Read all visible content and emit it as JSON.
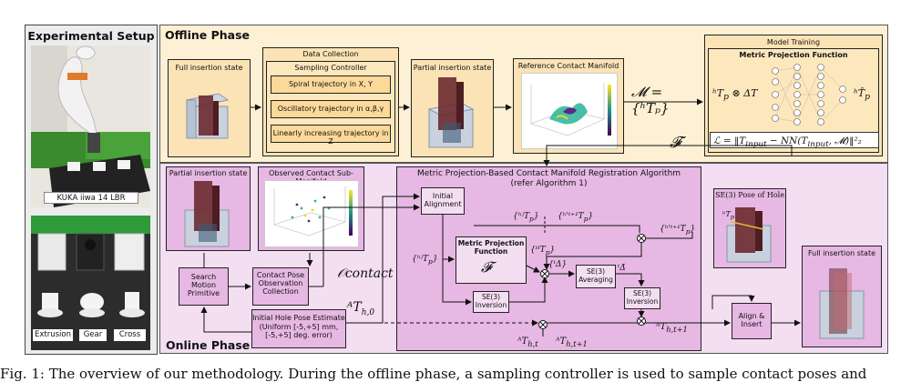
{
  "exp": {
    "title": "Experimental Setup",
    "robot_label": "KUKA iiwa 14 LBR",
    "parts": [
      "Extrusion",
      "Gear",
      "Cross"
    ]
  },
  "offline": {
    "title": "Offline Phase",
    "full_insertion": "Full insertion state",
    "data_collection": "Data Collection",
    "sampling_controller": "Sampling Controller",
    "spiral": "Spiral trajectory in X, Y",
    "oscillatory": "Oscillatory trajectory in α,β,γ",
    "linear": "Linearly increasing trajectory in Z",
    "partial_insertion": "Partial insertion state",
    "ref_manifold": "Reference Contact Manifold",
    "model_training": "Model Training",
    "mpf": "Metric Projection Function",
    "m_eq": "𝓜 = {ʰTₚ}",
    "f_symbol": "𝓕"
  },
  "online": {
    "title": "Online Phase",
    "partial_insertion": "Partial insertion state",
    "observed": "Observed Contact Sub-Manifold",
    "algo_title": "Metric Projection-Based Contact Manifold Registration Algorithm",
    "algo_sub": "(refer Algorithm 1)",
    "initial_alignment": "Initial Alignment",
    "mpf": "Metric Projection Function",
    "se3_inversion": "SE(3) Inversion",
    "se3_averaging": "SE(3) Averaging",
    "se3_inversion2": "SE(3) Inversion",
    "pose_of_hole": "SE(3) Pose of Hole",
    "full_insertion": "Full insertion state",
    "search_motion": "Search Motion Primitive",
    "contact_pose": "Contact Pose Observation Collection",
    "o_contact": "𝒪contact",
    "initial_hole": "Initial Hole Pose Estimate",
    "initial_hole_sub": "(Uniform [-5,+5] mm, [-5,+5] deg. error)",
    "align_insert": "Align & Insert"
  },
  "caption": "Fig. 1: The overview of our methodology. During the offline phase, a sampling controller is used to sample contact poses and"
}
